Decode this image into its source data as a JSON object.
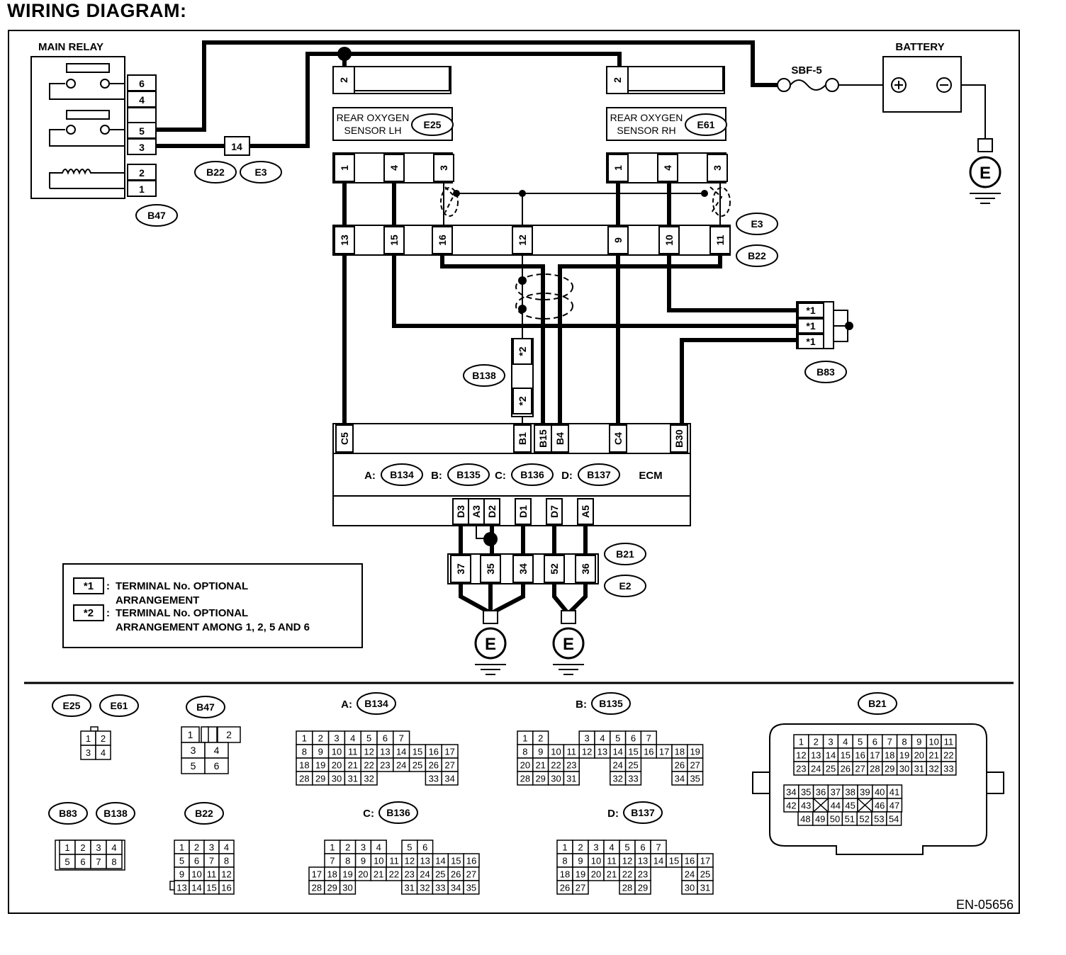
{
  "title": "WIRING DIAGRAM:",
  "figure_id": "EN-05656",
  "ground_label": "E",
  "main_relay": {
    "label": "MAIN RELAY",
    "connector": "B47",
    "pins": [
      "6",
      "4",
      "",
      "5",
      "3",
      "2",
      "1"
    ]
  },
  "battery": {
    "label": "BATTERY",
    "plus": "⊕",
    "minus": "⊖"
  },
  "fuse": {
    "label": "SBF-5"
  },
  "joint_connector": {
    "pin": "14",
    "codes": [
      "B22",
      "E3"
    ]
  },
  "sensor_lh": {
    "name_line1": "REAR OXYGEN",
    "name_line2": "SENSOR LH",
    "code": "E25",
    "top_pin": "2",
    "bottom_pins": [
      "1",
      "4",
      "3"
    ]
  },
  "sensor_rh": {
    "name_line1": "REAR OXYGEN",
    "name_line2": "SENSOR RH",
    "code": "E61",
    "top_pin": "2",
    "bottom_pins": [
      "1",
      "4",
      "3"
    ]
  },
  "b22_connector": {
    "pins": [
      "13",
      "15",
      "16",
      "12",
      "9",
      "10",
      "11"
    ],
    "codes": [
      "E3",
      "B22"
    ]
  },
  "b83": {
    "code": "B83",
    "pins": [
      "*1",
      "*1",
      "*1"
    ]
  },
  "b138": {
    "code": "B138",
    "pins": [
      "*2",
      "*2"
    ]
  },
  "ecm": {
    "label": "ECM",
    "top_pins": [
      "C5",
      "B1",
      "B15",
      "B4",
      "C4",
      "B30"
    ],
    "bottom_pins": [
      "D3",
      "A3",
      "D2",
      "D1",
      "D7",
      "A5"
    ],
    "connectors": [
      {
        "prefix": "A:",
        "code": "B134"
      },
      {
        "prefix": "B:",
        "code": "B135"
      },
      {
        "prefix": "C:",
        "code": "B136"
      },
      {
        "prefix": "D:",
        "code": "B137"
      }
    ]
  },
  "b21_connector": {
    "pins": [
      "37",
      "35",
      "34",
      "52",
      "36"
    ],
    "codes": [
      "B21",
      "E2"
    ]
  },
  "legend": {
    "items": [
      {
        "key": "*1",
        "line1": "TERMINAL No. OPTIONAL",
        "line2": "ARRANGEMENT"
      },
      {
        "key": "*2",
        "line1": "TERMINAL No. OPTIONAL",
        "line2": "ARRANGEMENT AMONG 1, 2, 5  AND 6"
      }
    ]
  },
  "connector_views": {
    "e25_e61": {
      "codes": [
        "E25",
        "E61"
      ],
      "rows": [
        [
          "1",
          "2"
        ],
        [
          "3",
          "4"
        ]
      ]
    },
    "b47": {
      "code": "B47",
      "rows": [
        [
          "1",
          "",
          "2"
        ],
        [
          "3",
          "4"
        ],
        [
          "5",
          "6"
        ]
      ]
    },
    "b134": {
      "prefix": "A:",
      "code": "B134",
      "rows": [
        [
          "1",
          "2",
          "3",
          "4",
          "5",
          "6",
          "7"
        ],
        [
          "8",
          "9",
          "10",
          "11",
          "12",
          "13",
          "14",
          "15",
          "16",
          "17"
        ],
        [
          "18",
          "19",
          "20",
          "21",
          "22",
          "23",
          "24",
          "25",
          "26",
          "27"
        ],
        [
          "28",
          "29",
          "30",
          "31",
          "32",
          "",
          "",
          "",
          "33",
          "34"
        ]
      ]
    },
    "b135": {
      "prefix": "B:",
      "code": "B135",
      "rows": [
        [
          "1",
          "2",
          "",
          "",
          "3",
          "4",
          "5",
          "6",
          "7"
        ],
        [
          "8",
          "9",
          "10",
          "11",
          "12",
          "13",
          "14",
          "15",
          "16",
          "17",
          "18",
          "19"
        ],
        [
          "20",
          "21",
          "22",
          "23",
          "",
          "",
          "24",
          "25",
          "",
          "",
          "26",
          "27"
        ],
        [
          "28",
          "29",
          "30",
          "31",
          "",
          "",
          "32",
          "33",
          "",
          "",
          "34",
          "35"
        ]
      ]
    },
    "b136": {
      "prefix": "C:",
      "code": "B136",
      "rows": [
        [
          "1",
          "2",
          "3",
          "4",
          "",
          "5",
          "6"
        ],
        [
          "7",
          "8",
          "9",
          "10",
          "11",
          "12",
          "13",
          "14",
          "15",
          "16"
        ],
        [
          "17",
          "18",
          "19",
          "20",
          "21",
          "22",
          "23",
          "24",
          "25",
          "26",
          "27"
        ],
        [
          "28",
          "29",
          "30",
          "",
          "",
          "",
          "31",
          "32",
          "33",
          "34",
          "35"
        ]
      ]
    },
    "b137": {
      "prefix": "D:",
      "code": "B137",
      "rows": [
        [
          "1",
          "2",
          "3",
          "4",
          "5",
          "6",
          "7"
        ],
        [
          "8",
          "9",
          "10",
          "11",
          "12",
          "13",
          "14",
          "15",
          "16",
          "17"
        ],
        [
          "18",
          "19",
          "20",
          "21",
          "22",
          "23",
          "",
          "",
          "24",
          "25"
        ],
        [
          "26",
          "27",
          "",
          "",
          "28",
          "29",
          "",
          "",
          "30",
          "31"
        ]
      ]
    },
    "b83_b138": {
      "codes": [
        "B83",
        "B138"
      ],
      "rows": [
        [
          "1",
          "2",
          "3",
          "4"
        ],
        [
          "5",
          "6",
          "7",
          "8"
        ]
      ]
    },
    "b22": {
      "code": "B22",
      "rows": [
        [
          "1",
          "2",
          "3",
          "4"
        ],
        [
          "5",
          "6",
          "7",
          "8"
        ],
        [
          "9",
          "10",
          "11",
          "12"
        ],
        [
          "13",
          "14",
          "15",
          "16"
        ]
      ]
    },
    "b21": {
      "code": "B21",
      "rows": [
        [
          "1",
          "2",
          "3",
          "4",
          "5",
          "6",
          "7",
          "8",
          "9",
          "10",
          "11"
        ],
        [
          "12",
          "13",
          "14",
          "15",
          "16",
          "17",
          "18",
          "19",
          "20",
          "21",
          "22"
        ],
        [
          "23",
          "24",
          "25",
          "26",
          "27",
          "28",
          "29",
          "30",
          "31",
          "32",
          "33"
        ],
        [
          "34",
          "35",
          "36",
          "37",
          "38",
          "39",
          "40",
          "41"
        ],
        [
          "42",
          "43",
          "",
          "44",
          "45",
          "",
          "46",
          "47"
        ],
        [
          "48",
          "49",
          "50",
          "51",
          "52",
          "53",
          "54"
        ]
      ]
    }
  }
}
